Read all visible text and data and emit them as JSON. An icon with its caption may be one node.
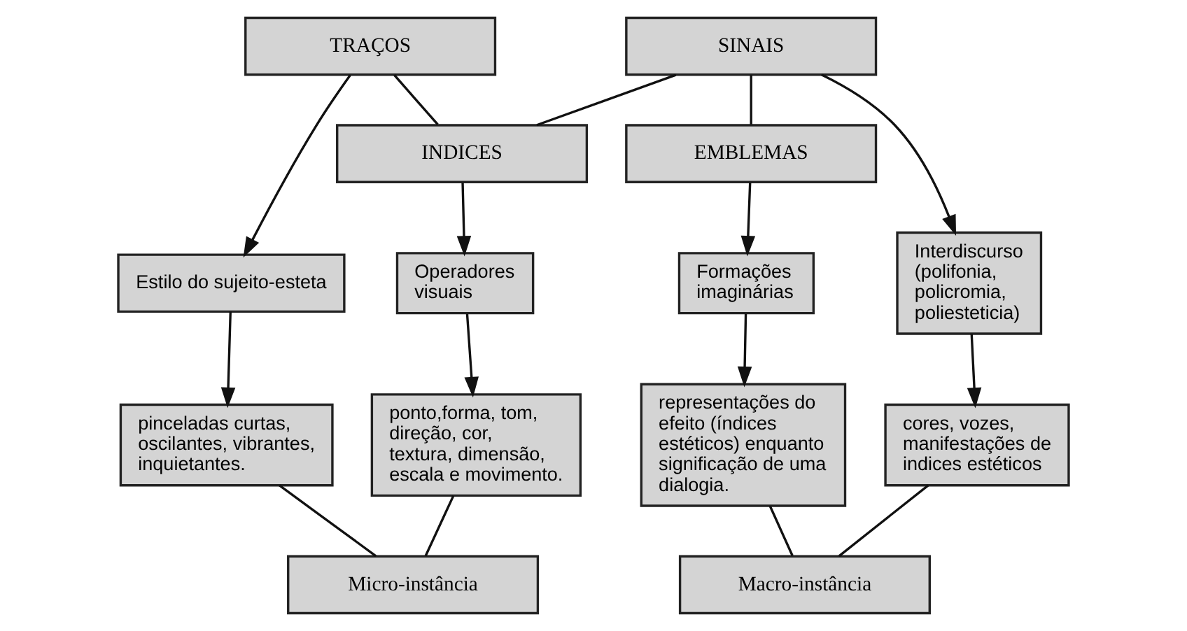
{
  "diagram": {
    "nodes": [
      {
        "text": [
          "TRAÇOS"
        ]
      },
      {
        "text": [
          "SINAIS"
        ]
      },
      {
        "text": [
          "INDICES"
        ]
      },
      {
        "text": [
          "EMBLEMAS"
        ]
      },
      {
        "text": [
          "Estilo do sujeito-esteta"
        ]
      },
      {
        "text": [
          "Operadores visuais"
        ]
      },
      {
        "text": [
          "Interdiscurso (polifonia, policromia, poliesteticia)"
        ]
      },
      {
        "text": [
          "Formações imaginárias"
        ]
      },
      {
        "text": [
          "pinceladas curtas, oscilantes, vibrantes, inquietantes."
        ]
      },
      {
        "text": [
          "ponto,forma, tom, direção, cor, textura, dimensão, escala e movimento."
        ]
      },
      {
        "text": [
          "cores, vozes, manifestações de indices estéticos"
        ]
      },
      {
        "text": [
          "representações do efeito (índices estéticos) enquanto significação de uma dialogia."
        ]
      },
      {
        "text": [
          "Micro-instância"
        ]
      },
      {
        "text": [
          "Macro-instância"
        ]
      }
    ],
    "edges": [
      {
        "from": 0,
        "to": 2,
        "arrow": "none"
      },
      {
        "from": 2,
        "to": 1,
        "arrow": "none"
      },
      {
        "from": 1,
        "to": 3,
        "arrow": "none"
      },
      {
        "from": 0,
        "to": 4,
        "arrow": "to"
      },
      {
        "from": 2,
        "to": 5,
        "arrow": "to"
      },
      {
        "from": 1,
        "to": 6,
        "arrow": "to"
      },
      {
        "from": 3,
        "to": 7,
        "arrow": "to"
      },
      {
        "from": 4,
        "to": 8,
        "arrow": "to"
      },
      {
        "from": 5,
        "to": 9,
        "arrow": "to"
      },
      {
        "from": 6,
        "to": 10,
        "arrow": "to"
      },
      {
        "from": 7,
        "to": 11,
        "arrow": "to"
      },
      {
        "from": 8,
        "to": 12,
        "arrow": "none"
      },
      {
        "from": 9,
        "to": 12,
        "arrow": "none"
      },
      {
        "from": 10,
        "to": 13,
        "arrow": "none"
      },
      {
        "from": 11,
        "to": 13,
        "arrow": "none"
      }
    ]
  }
}
